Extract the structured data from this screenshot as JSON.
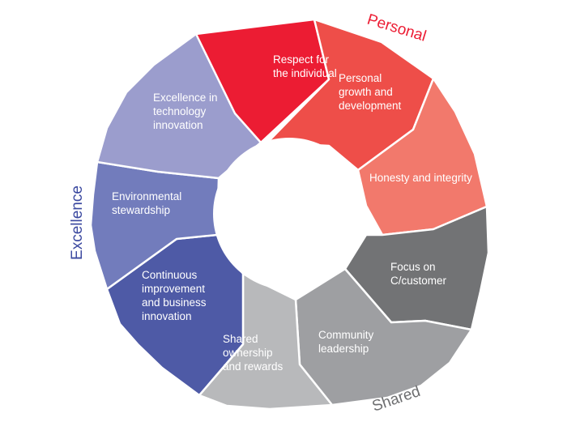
{
  "segments": [
    {
      "id": "respect",
      "lines": [
        "Respect for",
        "the individual"
      ],
      "color": "#ec1c33",
      "group": "personal"
    },
    {
      "id": "personal-growth",
      "lines": [
        "Personal",
        "growth and",
        "development"
      ],
      "color": "#ee4e49",
      "group": "personal"
    },
    {
      "id": "honesty",
      "lines": [
        "Honesty and integrity"
      ],
      "color": "#f2796c",
      "group": "personal"
    },
    {
      "id": "focus",
      "lines": [
        "Focus on",
        "C/customer"
      ],
      "color": "#727375",
      "group": "shared"
    },
    {
      "id": "community",
      "lines": [
        "Community",
        "leadership"
      ],
      "color": "#9e9fa2",
      "group": "shared"
    },
    {
      "id": "shared-ownership",
      "lines": [
        "Shared",
        "ownership",
        "and rewards"
      ],
      "color": "#b8b9bb",
      "group": "shared"
    },
    {
      "id": "continuous",
      "lines": [
        "Continuous",
        "improvement",
        "and business",
        "innovation"
      ],
      "color": "#4e5aa6",
      "group": "excellence"
    },
    {
      "id": "environmental",
      "lines": [
        "Environmental",
        "stewardship"
      ],
      "color": "#727cbc",
      "group": "excellence"
    },
    {
      "id": "technology",
      "lines": [
        "Excellence in",
        "technology",
        "innovation"
      ],
      "color": "#9b9dcd",
      "group": "excellence"
    }
  ],
  "groups": {
    "personal": {
      "label": "Personal",
      "color": "#ec1c33"
    },
    "shared": {
      "label": "Shared",
      "color": "#6d6e70"
    },
    "excellence": {
      "label": "Excellence",
      "color": "#3b49a0"
    }
  }
}
